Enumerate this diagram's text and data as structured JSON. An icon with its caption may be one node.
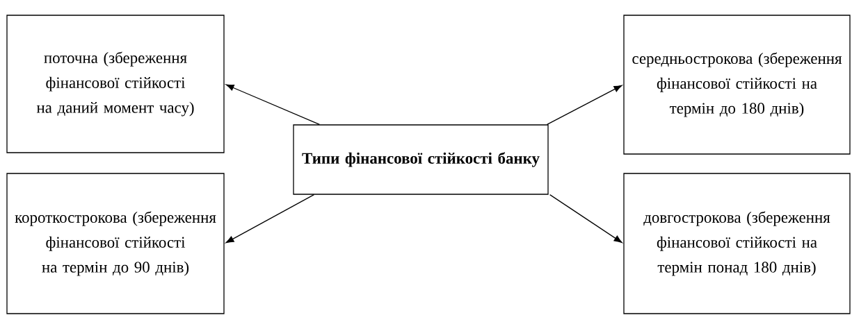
{
  "diagram": {
    "nodes": [
      {
        "text": [
          "поточна (збереження фінансової стійкості на даний момент часу)"
        ]
      },
      {
        "text": [
          "середньострокова (збереження фінансової стійкості на термін до 180 днів)"
        ]
      },
      {
        "text": [
          "Типи фінансової стійкості банку"
        ]
      },
      {
        "text": [
          "короткострокова (збереження фінансової стійкості на термін до 90 днів)"
        ]
      },
      {
        "text": [
          "довгострокова (збереження фінансової стійкості на термін понад 180 днів)"
        ]
      }
    ],
    "edges": [
      {
        "from": 2,
        "to": 0,
        "arrow": "to"
      },
      {
        "from": 2,
        "to": 1,
        "arrow": "to"
      },
      {
        "from": 2,
        "to": 3,
        "arrow": "to"
      },
      {
        "from": 2,
        "to": 4,
        "arrow": "to"
      }
    ]
  }
}
